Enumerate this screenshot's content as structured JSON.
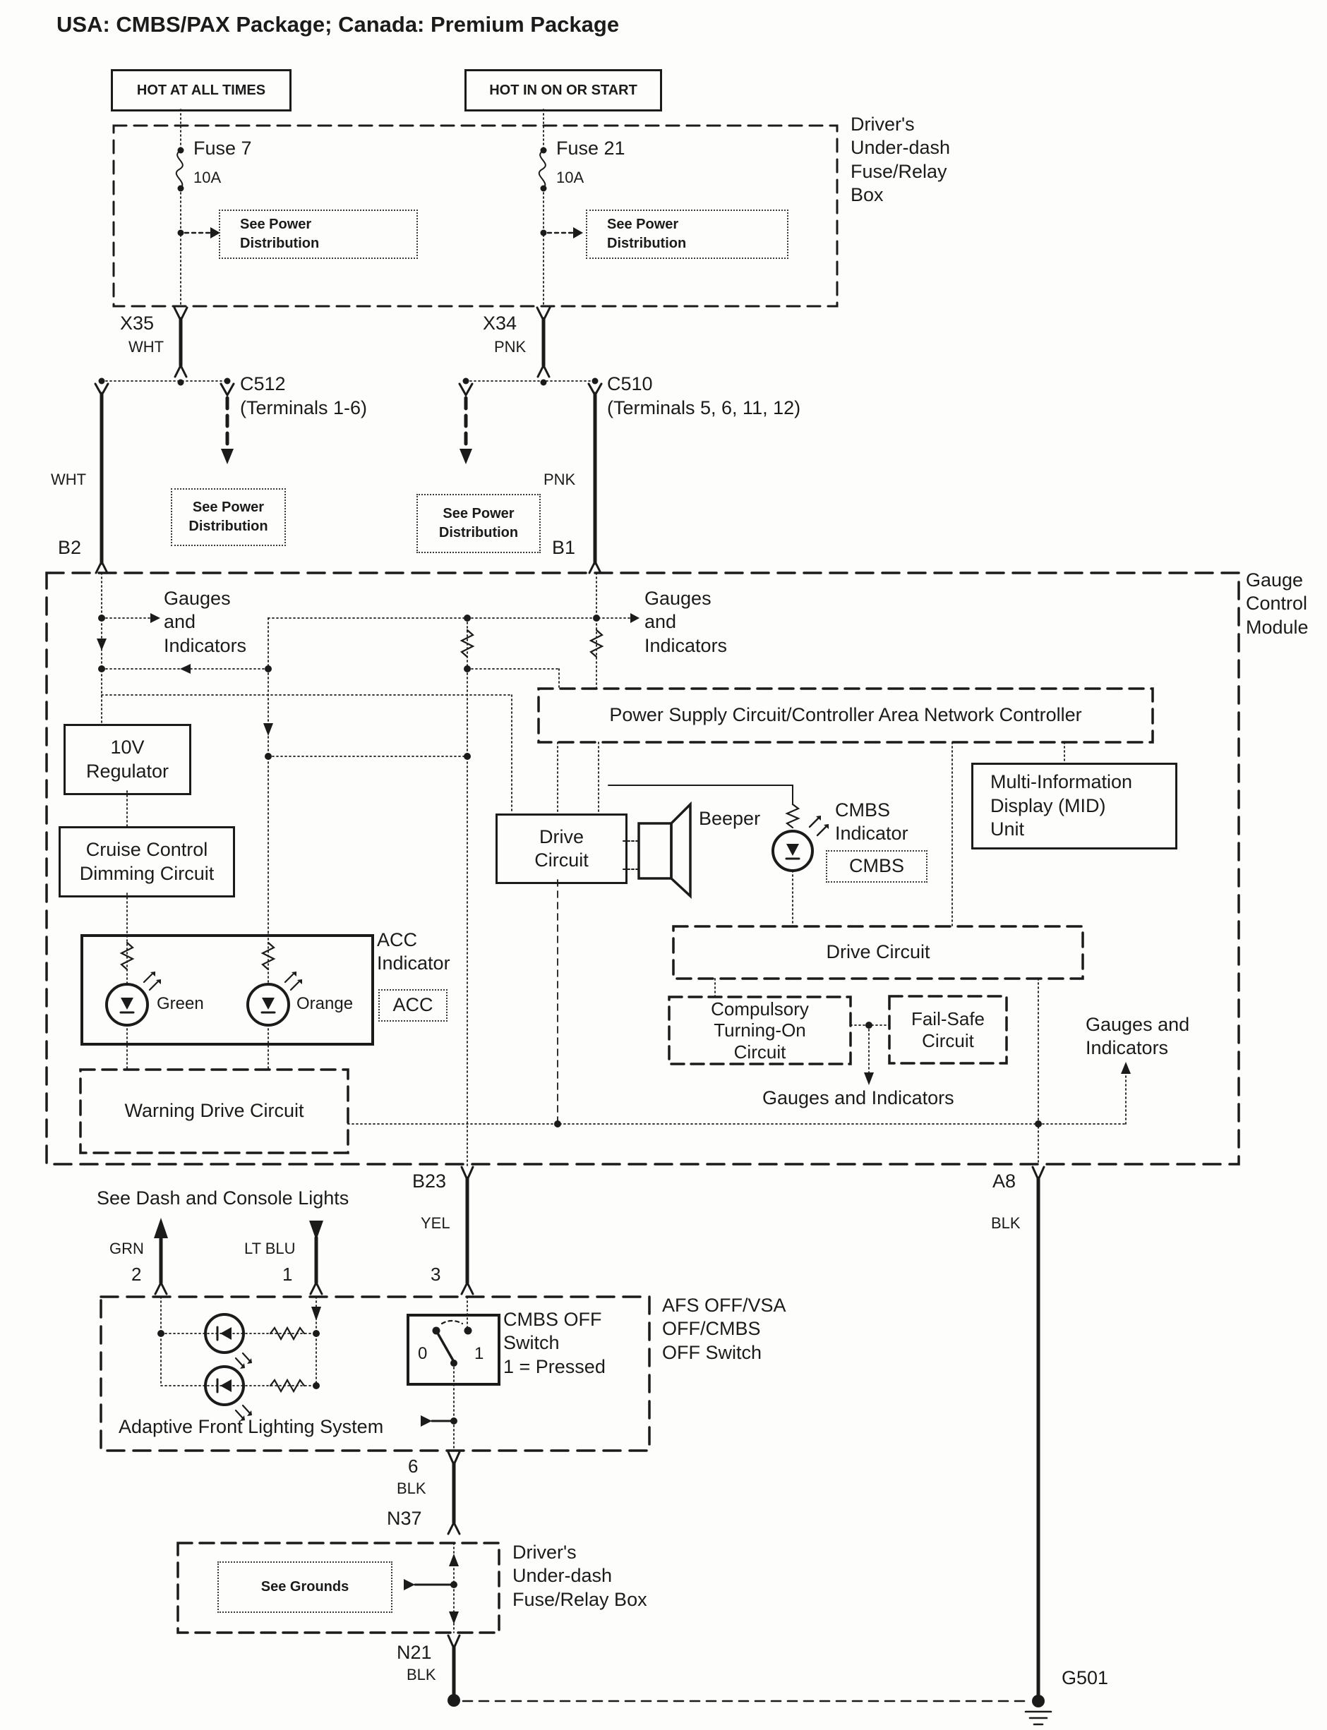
{
  "colors": {
    "ink": "#1b1b1b",
    "paper": "#fdfdfc"
  },
  "title": "USA: CMBS/PAX Package; Canada: Premium Package",
  "power": {
    "hot_at_all_times": "HOT AT ALL TIMES",
    "hot_in_on_or_start": "HOT IN ON OR START"
  },
  "fuse_box": {
    "label": "Driver's\nUnder-dash\nFuse/Relay\nBox",
    "fuse7_name": "Fuse 7",
    "fuse7_rating": "10A",
    "fuse21_name": "Fuse 21",
    "fuse21_rating": "10A",
    "see_power": "See Power\nDistribution"
  },
  "connectors": {
    "x35": "X35",
    "x34": "X34",
    "c512": "C512",
    "c512_terminals": "(Terminals 1-6)",
    "c510": "C510",
    "c510_terminals": "(Terminals 5, 6, 11, 12)",
    "b2": "B2",
    "b1": "B1",
    "b23": "B23",
    "a8": "A8",
    "n37": "N37",
    "n21": "N21",
    "g501": "G501",
    "t1": "1",
    "t2": "2",
    "t3": "3",
    "t6": "6"
  },
  "wires": {
    "wht": "WHT",
    "pnk": "PNK",
    "yel": "YEL",
    "blk": "BLK",
    "grn": "GRN",
    "lt_blu": "LT BLU"
  },
  "gauge_module": {
    "label": "Gauge\nControl\nModule",
    "gauges_and_indicators_stacked": "Gauges\nand\nIndicators",
    "power_supply": "Power Supply Circuit/Controller Area Network Controller",
    "regulator": "10V\nRegulator",
    "cruise": "Cruise Control\nDimming Circuit",
    "drive_circuit": "Drive\nCircuit",
    "beeper": "Beeper",
    "cmbs_indicator": "CMBS\nIndicator",
    "cmbs_tag": "CMBS",
    "mid_unit": "Multi-Information\nDisplay (MID)\nUnit",
    "acc_indicator": "ACC\nIndicator",
    "acc_tag": "ACC",
    "led_green": "Green",
    "led_orange": "Orange",
    "warning_drive": "Warning Drive Circuit",
    "drive_circuit_wide": "Drive Circuit",
    "compulsory": "Compulsory\nTurning-On\nCircuit",
    "fail_safe": "Fail-Safe\nCircuit",
    "gauges_and_indicators_line": "Gauges and Indicators",
    "gauges_and_indicators_wrap": "Gauges and\nIndicators"
  },
  "switch_area": {
    "see_dash": "See Dash and Console Lights",
    "cmbs_off_switch": "CMBS OFF\nSwitch\n1 = Pressed",
    "afs_label": "AFS OFF/VSA\nOFF/CMBS\nOFF Switch",
    "adaptive": "Adaptive Front Lighting System",
    "pos0": "0",
    "pos1": "1"
  },
  "ground_area": {
    "see_grounds": "See Grounds",
    "under_dash_box": "Driver's\nUnder-dash\nFuse/Relay Box"
  }
}
